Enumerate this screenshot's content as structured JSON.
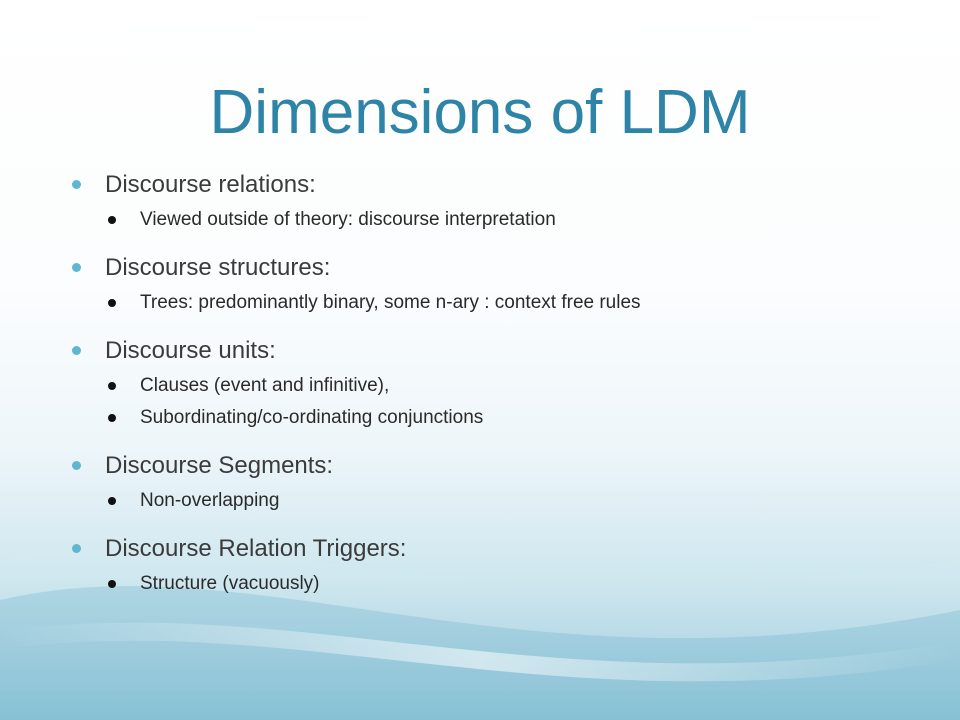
{
  "slide": {
    "title": "Dimensions of LDM",
    "colors": {
      "title": "#2e84a6",
      "primary_bullet": "#5fb6cf",
      "secondary_bullet": "#111111",
      "text": "#3b3b3b"
    },
    "items": [
      {
        "text": "Discourse relations:",
        "subitems": [
          "Viewed outside of theory: discourse interpretation"
        ]
      },
      {
        "text": "Discourse structures:",
        "subitems": [
          "Trees: predominantly binary, some n-ary : context free rules"
        ]
      },
      {
        "text": "Discourse units:",
        "subitems": [
          "Clauses (event and infinitive),",
          "Subordinating/co-ordinating conjunctions"
        ]
      },
      {
        "text": "Discourse Segments:",
        "subitems": [
          "Non-overlapping"
        ]
      },
      {
        "text": "Discourse Relation Triggers:",
        "subitems": [
          "Structure (vacuously)"
        ]
      }
    ]
  }
}
